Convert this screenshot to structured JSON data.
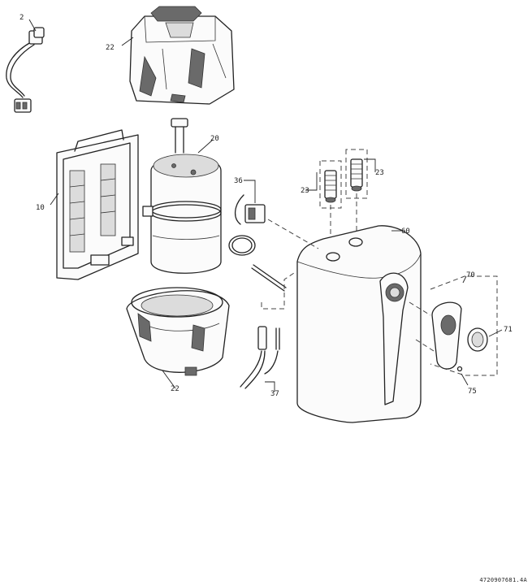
{
  "parts": [
    {
      "id": "cable",
      "label": "2"
    },
    {
      "id": "top-cover",
      "label": "22"
    },
    {
      "id": "heater-tank",
      "label": "20"
    },
    {
      "id": "frame",
      "label": "10"
    },
    {
      "id": "bottom-cover",
      "label": "22"
    },
    {
      "id": "thermostat",
      "label": "36"
    },
    {
      "id": "pipe-connector-left",
      "label": "23"
    },
    {
      "id": "pipe-connector-right",
      "label": "23"
    },
    {
      "id": "housing",
      "label": "60"
    },
    {
      "id": "knob-panel",
      "label": "70"
    },
    {
      "id": "knob",
      "label": "71"
    },
    {
      "id": "panel-screw",
      "label": "75"
    },
    {
      "id": "sensor-cable",
      "label": "37"
    }
  ],
  "drawing_code": "4720907681.4A"
}
